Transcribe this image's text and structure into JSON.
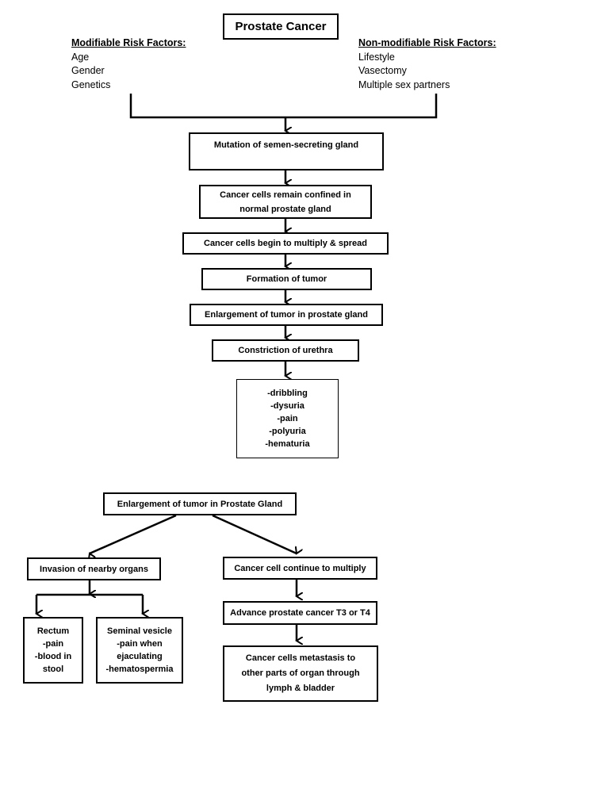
{
  "title": "Prostate Cancer",
  "modifiable": {
    "heading": "Modifiable Risk Factors:",
    "items": [
      "Age",
      "Gender",
      "Genetics"
    ]
  },
  "non_modifiable": {
    "heading": "Non-modifiable Risk Factors:",
    "items": [
      "Lifestyle",
      "Vasectomy",
      "Multiple sex partners"
    ]
  },
  "flow": {
    "mutation": "Mutation of semen-secreting gland",
    "confined": "Cancer cells remain confined in normal prostate gland",
    "multiply_spread": "Cancer cells begin to multiply & spread",
    "tumor": "Formation of tumor",
    "enlargement": "Enlargement of tumor in prostate gland",
    "constriction": "Constriction of urethra",
    "symptoms": "-dribbling\n-dysuria\n-pain\n-polyuria\n-hematuria"
  },
  "second": {
    "enlargement": "Enlargement of tumor in Prostate Gland",
    "invasion": "Invasion of nearby organs",
    "rectum": "Rectum\n-pain\n-blood in\nstool",
    "seminal": "Seminal vesicle\n-pain when\nejaculating\n-hematospermia",
    "continue": "Cancer cell continue to multiply",
    "advance": "Advance prostate cancer T3 or T4",
    "metastasis": "Cancer cells metastasis to other parts of organ through lymph & bladder"
  }
}
